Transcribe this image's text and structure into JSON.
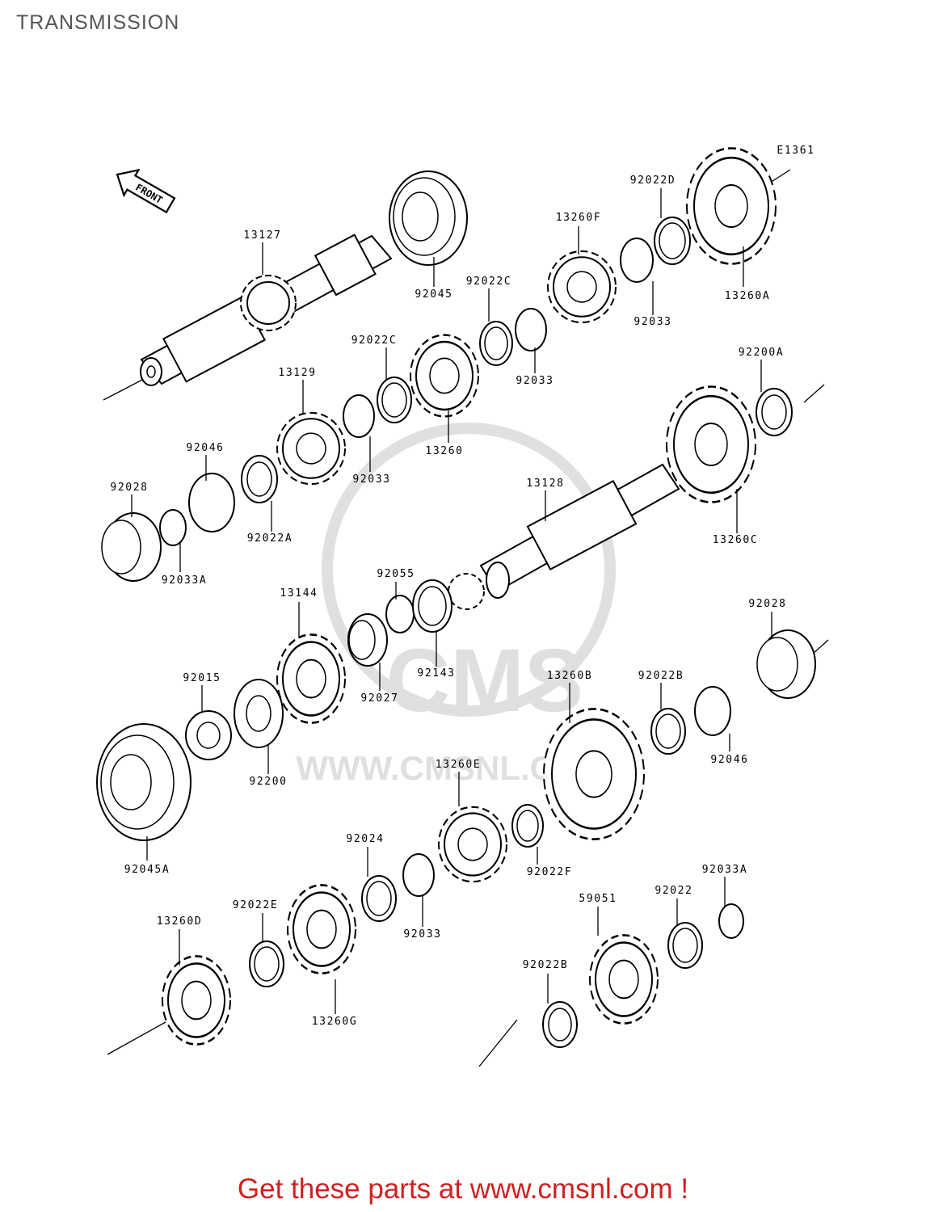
{
  "page": {
    "title": "TRANSMISSION",
    "diagram_code": "E1361",
    "front_label": "FRONT",
    "watermark_text": "CMS",
    "watermark_url": "WWW.CMSNL.COM",
    "footer": "Get these parts at www.cmsnl.com !"
  },
  "parts": [
    {
      "id": "p13127",
      "label": "13127",
      "kind": "shaft-in"
    },
    {
      "id": "p92045",
      "label": "92045",
      "kind": "bearing"
    },
    {
      "id": "p92022C_a",
      "label": "92022C",
      "kind": "washer"
    },
    {
      "id": "p13260F",
      "label": "13260F",
      "kind": "gear-dog"
    },
    {
      "id": "p92022D",
      "label": "92022D",
      "kind": "washer"
    },
    {
      "id": "p13260A",
      "label": "13260A",
      "kind": "gear-big"
    },
    {
      "id": "p92033_a",
      "label": "92033",
      "kind": "circlip"
    },
    {
      "id": "p92033_b",
      "label": "92033",
      "kind": "circlip"
    },
    {
      "id": "p92022C_b",
      "label": "92022C",
      "kind": "washer"
    },
    {
      "id": "p13260",
      "label": "13260",
      "kind": "gear"
    },
    {
      "id": "p13129",
      "label": "13129",
      "kind": "gear-dog"
    },
    {
      "id": "p92033_c",
      "label": "92033",
      "kind": "circlip"
    },
    {
      "id": "p92046_a",
      "label": "92046",
      "kind": "needle"
    },
    {
      "id": "p92028_a",
      "label": "92028",
      "kind": "bushing"
    },
    {
      "id": "p92022A",
      "label": "92022A",
      "kind": "washer"
    },
    {
      "id": "p92033A_a",
      "label": "92033A",
      "kind": "circlip"
    },
    {
      "id": "p92200A",
      "label": "92200A",
      "kind": "washer"
    },
    {
      "id": "p13260C",
      "label": "13260C",
      "kind": "gear-big"
    },
    {
      "id": "p13128",
      "label": "13128",
      "kind": "shaft-out"
    },
    {
      "id": "p92055",
      "label": "92055",
      "kind": "oring"
    },
    {
      "id": "p13144",
      "label": "13144",
      "kind": "sprocket"
    },
    {
      "id": "p92143",
      "label": "92143",
      "kind": "collar"
    },
    {
      "id": "p92027",
      "label": "92027",
      "kind": "collar"
    },
    {
      "id": "p92028_b",
      "label": "92028",
      "kind": "bushing"
    },
    {
      "id": "p92015",
      "label": "92015",
      "kind": "nut"
    },
    {
      "id": "p92200",
      "label": "92200",
      "kind": "washer"
    },
    {
      "id": "p13260B",
      "label": "13260B",
      "kind": "gear-big"
    },
    {
      "id": "p92022B_a",
      "label": "92022B",
      "kind": "washer"
    },
    {
      "id": "p92046_b",
      "label": "92046",
      "kind": "needle"
    },
    {
      "id": "p92045A",
      "label": "92045A",
      "kind": "bearing"
    },
    {
      "id": "p13260E",
      "label": "13260E",
      "kind": "gear-dog"
    },
    {
      "id": "p92022F",
      "label": "92022F",
      "kind": "washer"
    },
    {
      "id": "p92024",
      "label": "92024",
      "kind": "washer"
    },
    {
      "id": "p92033_d",
      "label": "92033",
      "kind": "circlip"
    },
    {
      "id": "p92022E",
      "label": "92022E",
      "kind": "washer"
    },
    {
      "id": "p13260G",
      "label": "13260G",
      "kind": "gear"
    },
    {
      "id": "p13260D",
      "label": "13260D",
      "kind": "gear-dog"
    },
    {
      "id": "p59051",
      "label": "59051",
      "kind": "gear-holes"
    },
    {
      "id": "p92022",
      "label": "92022",
      "kind": "washer"
    },
    {
      "id": "p92033A_b",
      "label": "92033A",
      "kind": "circlip"
    },
    {
      "id": "p92022B_b",
      "label": "92022B",
      "kind": "washer"
    }
  ]
}
